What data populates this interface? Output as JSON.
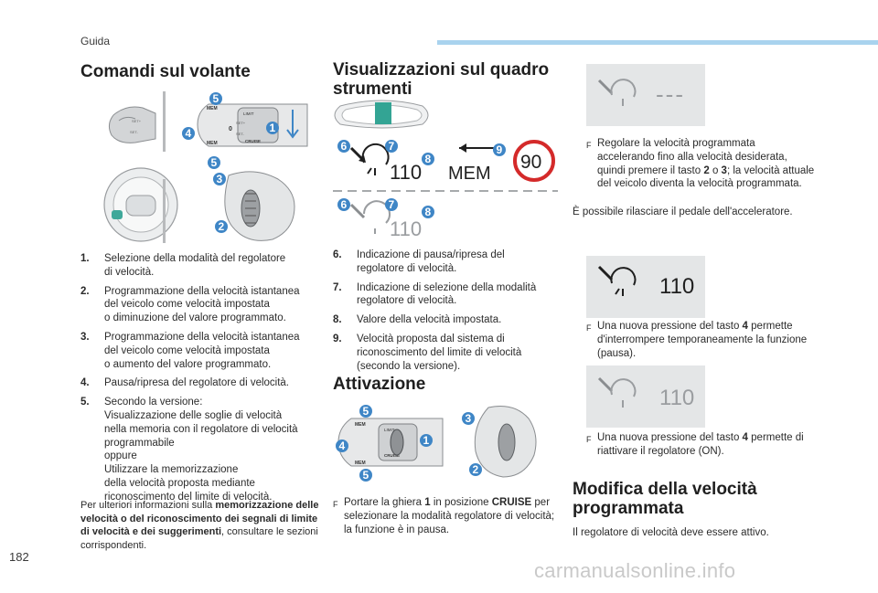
{
  "header": {
    "section": "Guida",
    "page_number": "182"
  },
  "left": {
    "title": "Comandi sul volante",
    "items": [
      {
        "num": "1.",
        "text": "Selezione della modalità del regolatore\ndi velocità."
      },
      {
        "num": "2.",
        "text": "Programmazione della velocità istantanea\ndel veicolo come velocità impostata\no diminuzione del valore programmato."
      },
      {
        "num": "3.",
        "text": "Programmazione della velocità istantanea\ndel veicolo come velocità impostata\no aumento del valore programmato."
      },
      {
        "num": "4.",
        "text": "Pausa/ripresa del regolatore di velocità."
      },
      {
        "num": "5.",
        "text": "Secondo la versione:\nVisualizzazione delle soglie di velocità\nnella memoria con il regolatore di velocità\nprogrammabile\noppure\nUtilizzare la memorizzazione\ndella velocità proposta mediante\nriconoscimento del limite di velocità."
      }
    ],
    "footer_pre": "Per ulteriori informazioni sulla ",
    "footer_bold": "memorizzazione delle velocità o del riconoscimento dei segnali di limite di velocità e dei suggerimenti",
    "footer_post": ", consultare le sezioni corrispondenti.",
    "badges": [
      "5",
      "4",
      "1",
      "5",
      "3",
      "2"
    ],
    "stalk_labels": {
      "mem": "MEM",
      "limit": "LIMIT",
      "cruise": "CRUISE",
      "set_plus": "SET+",
      "set_minus": "SET-",
      "zero": "0"
    }
  },
  "middle": {
    "title": "Visualizzazioni sul quadro strumenti",
    "display": {
      "speed": "110",
      "mem": "MEM",
      "sign_value": "90"
    },
    "badges_top": [
      "6",
      "7",
      "8",
      "9"
    ],
    "badges_bottom": [
      "6",
      "7",
      "8"
    ],
    "items": [
      {
        "num": "6.",
        "text": "Indicazione di pausa/ripresa del\nregolatore di velocità."
      },
      {
        "num": "7.",
        "text": "Indicazione di selezione della modalità\nregolatore di velocità."
      },
      {
        "num": "8.",
        "text": "Valore della velocità impostata."
      },
      {
        "num": "9.",
        "text": "Velocità proposta dal sistema di\nriconoscimento del limite di velocità\n(secondo la versione)."
      }
    ],
    "attivazione_title": "Attivazione",
    "attivazione_badges": [
      "5",
      "3",
      "4",
      "1",
      "5",
      "2"
    ],
    "attivazione_pre": "Portare la ghiera ",
    "attivazione_b1": "1",
    "attivazione_mid": " in posizione ",
    "attivazione_b2": "CRUISE",
    "attivazione_post": " per selezionare la modalità regolatore di velocità; la funzione è in pausa."
  },
  "right": {
    "panel1_text": "---",
    "panel2_text": "110",
    "panel3_text": "110",
    "bullet1_a": "Regolare la velocità programmata accelerando fino alla velocità desiderata, quindi premere il tasto ",
    "bullet1_b2": "2",
    "bullet1_o": " o ",
    "bullet1_b3": "3",
    "bullet1_c": "; la velocità attuale del veicolo diventa la velocità programmata.",
    "note1": "È possibile rilasciare il pedale dell'acceleratore.",
    "bullet2_a": "Una nuova pressione del tasto ",
    "bullet2_b": "4",
    "bullet2_c": " permette d'interrompere temporaneamente la funzione (pausa).",
    "bullet3_a": "Una nuova pressione del tasto ",
    "bullet3_b": "4",
    "bullet3_c": " permette di riattivare il regolatore (ON).",
    "modifica_title": "Modifica della velocità programmata",
    "modifica_text": "Il regolatore di velocità deve essere attivo.",
    "bullet_mark": "F"
  },
  "watermark": "carmanualsonline.info",
  "colors": {
    "badge": "#3f86c6",
    "bar": "#a9d3ee",
    "panel": "#e4e6e7",
    "sign": "#d42a2a"
  }
}
